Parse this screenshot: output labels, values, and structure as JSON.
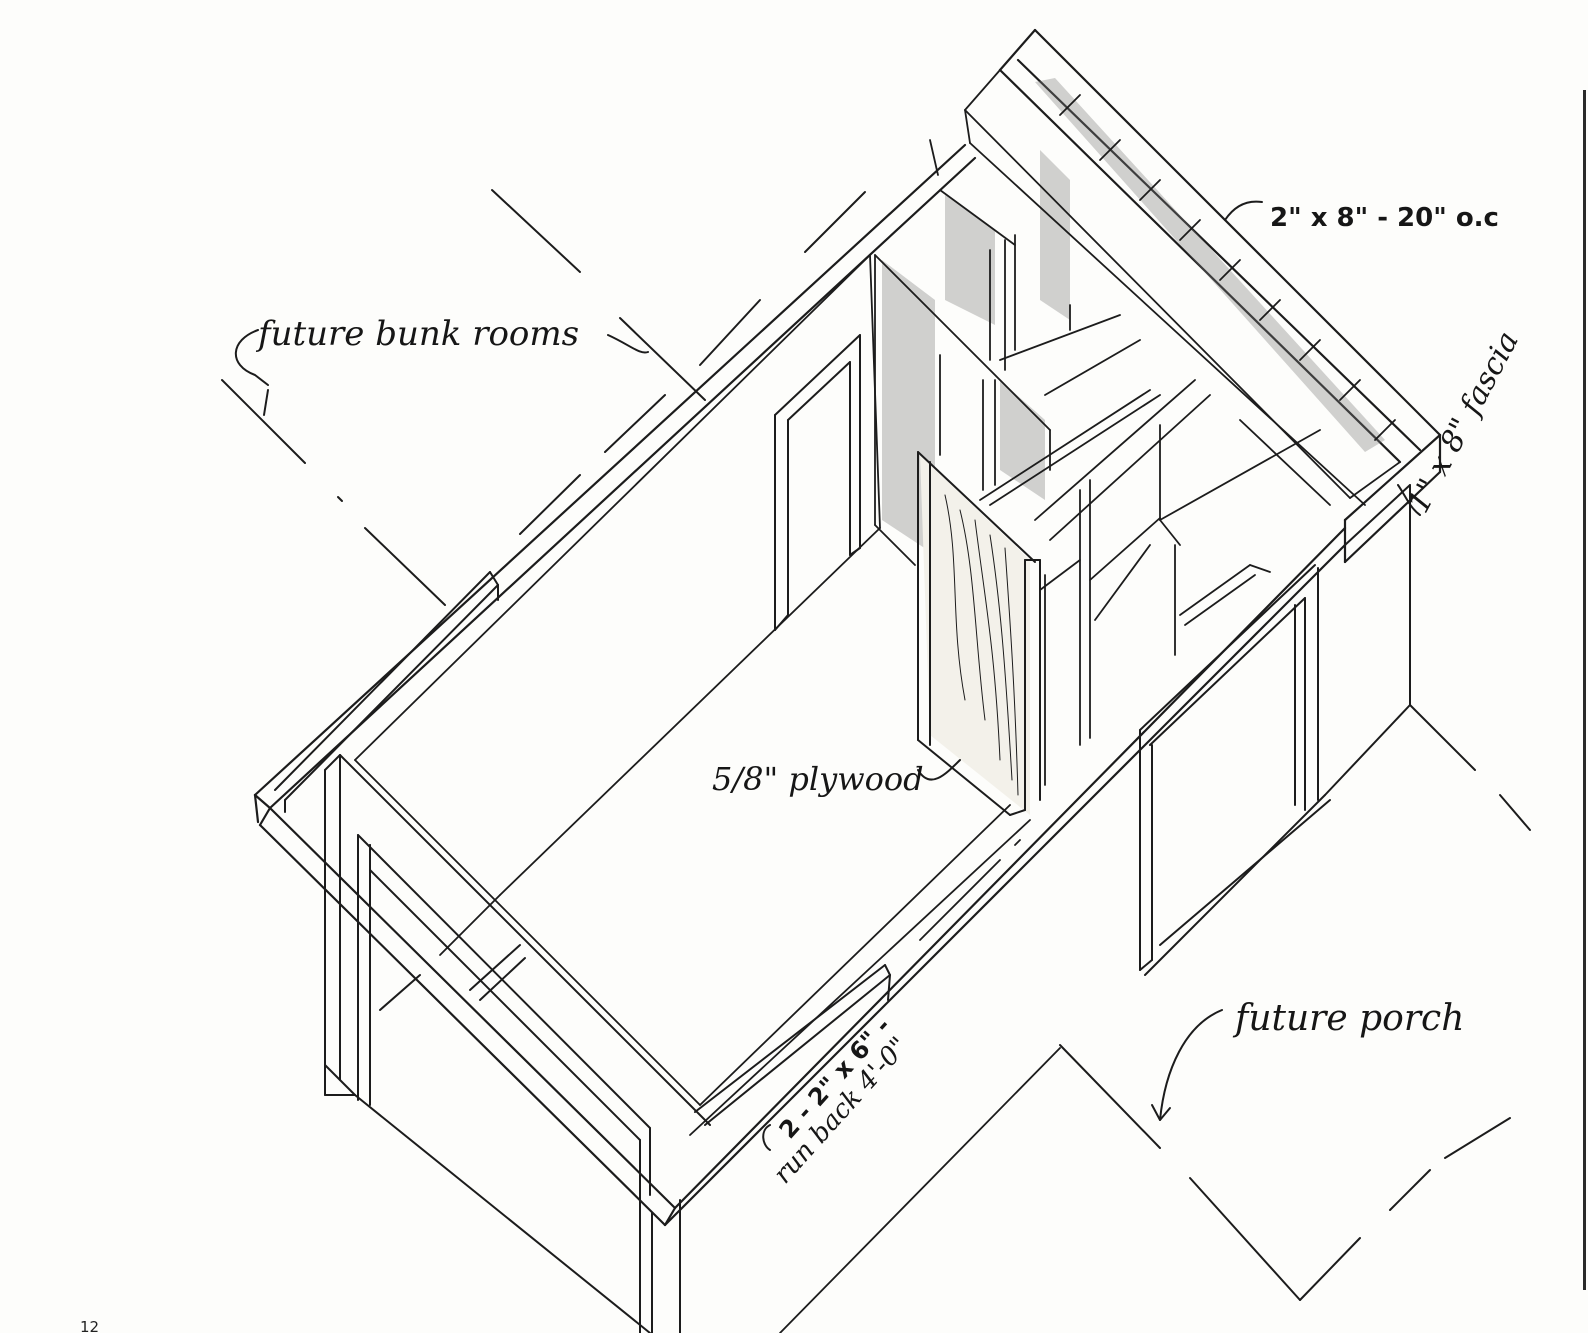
{
  "figure": {
    "labels": {
      "joists": "2\" x 8\" - 20\" o.c",
      "fascia": "1\" x 8\" fascia",
      "bunk_rooms": "future bunk rooms",
      "plywood": "5/8\" plywood",
      "run_back_line1": "2 - 2\" x 6\" -",
      "run_back_line2": "run back 4'-0\"",
      "porch": "future porch"
    },
    "page_number": "12"
  }
}
